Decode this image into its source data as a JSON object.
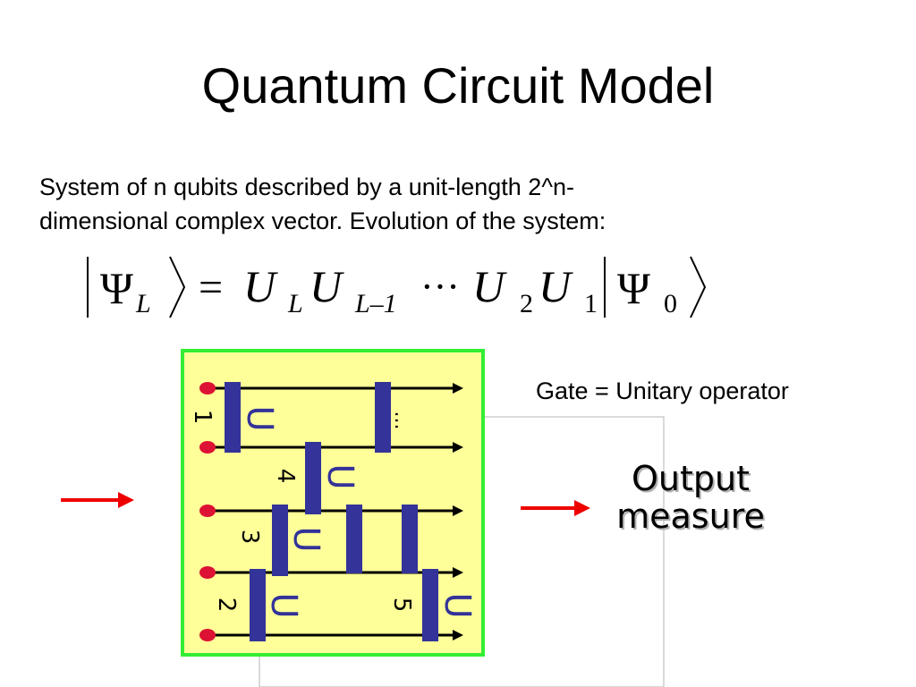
{
  "slide": {
    "title": "Quantum Circuit Model",
    "body_line1": "System of n qubits described by a unit-length 2^n-",
    "body_line2": "dimensional complex vector. Evolution of the system:",
    "formula": {
      "lhs_symbol": "Ψ",
      "lhs_subscript": "L",
      "equals": "=",
      "operators": [
        {
          "symbol": "U",
          "subscript": "L"
        },
        {
          "symbol": "U",
          "subscript": "L–1"
        },
        {
          "symbol": "U",
          "subscript": "2"
        },
        {
          "symbol": "U",
          "subscript": "1"
        }
      ],
      "ellipsis": "···",
      "rhs_symbol": "Ψ",
      "rhs_subscript": "0"
    },
    "gate_label": "Gate = Unitary operator",
    "output_label_line1": "Output",
    "output_label_line2": "measure"
  },
  "circuit": {
    "wire_count": 5,
    "gates": [
      {
        "symbol": "U",
        "number": "1"
      },
      {
        "symbol": "U",
        "number": "4"
      },
      {
        "symbol": "U",
        "number": "3"
      },
      {
        "symbol": "U",
        "number": "2"
      },
      {
        "symbol": "U",
        "number": "5"
      }
    ],
    "continuation_mark": "...",
    "colors": {
      "panel_fill": "#ffff99",
      "panel_border": "#33ee33",
      "gate_fill": "#333399",
      "wire": "#000000",
      "qubit_dot": "#dd1133",
      "arrow": "#ee0000",
      "gate_glyph": "#333399"
    }
  }
}
